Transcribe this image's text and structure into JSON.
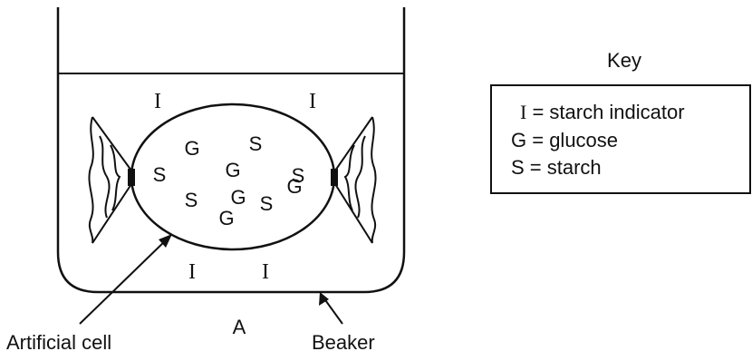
{
  "cell": {
    "molecules": [
      "G",
      "S",
      "S",
      "G",
      "G",
      "S",
      "S",
      "G",
      "S",
      "G"
    ]
  },
  "beaker": {
    "indicators": [
      "I",
      "I",
      "I",
      "I"
    ],
    "label_A": "A"
  },
  "labels": {
    "artificial_cell": "Artificial cell",
    "beaker": "Beaker"
  },
  "key": {
    "title": "Key",
    "entries": [
      {
        "symbol": "I",
        "text": " = starch indicator"
      },
      {
        "symbol": "G",
        "text": " = glucose"
      },
      {
        "symbol": "S",
        "text": " = starch"
      }
    ]
  }
}
